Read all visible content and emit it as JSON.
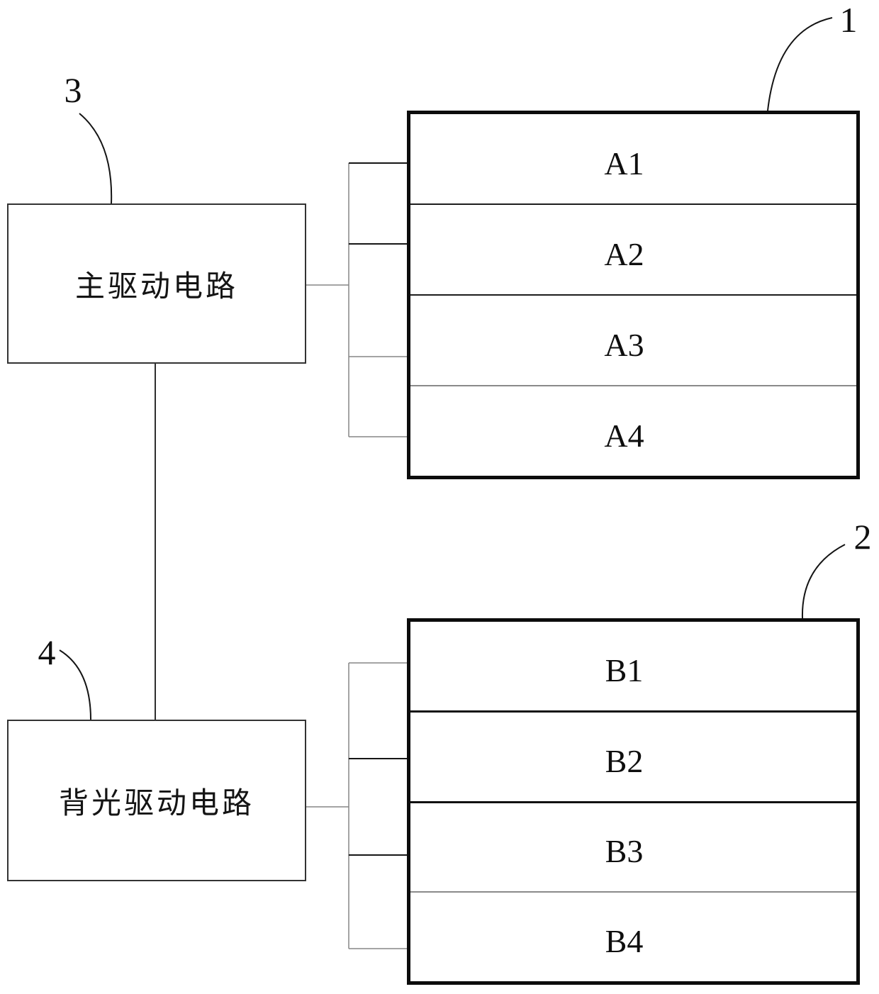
{
  "figure": {
    "background": "#ffffff",
    "ink": "#101010",
    "gray_line": "#858585"
  },
  "boxes": {
    "main_driver": {
      "label": "主驱动电路",
      "ref": "3"
    },
    "backlight_driver": {
      "label": "背光驱动电路",
      "ref": "4"
    }
  },
  "panels": {
    "panel_a": {
      "ref": "1",
      "rows": [
        "A1",
        "A2",
        "A3",
        "A4"
      ]
    },
    "panel_b": {
      "ref": "2",
      "rows": [
        "B1",
        "B2",
        "B3",
        "B4"
      ]
    }
  }
}
